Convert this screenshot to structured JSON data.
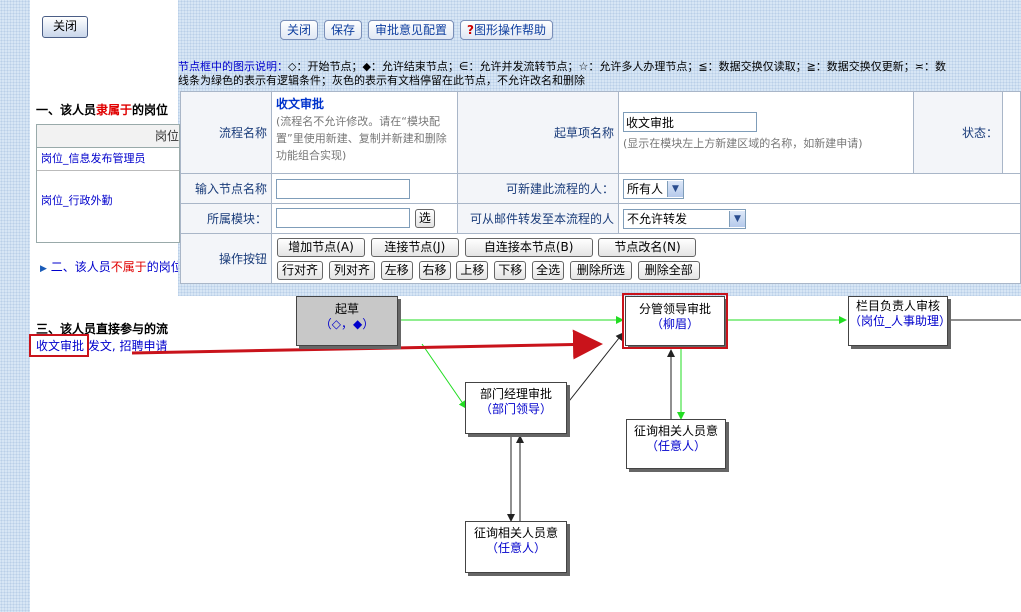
{
  "close_button": "关闭",
  "toolbar": {
    "close": "关闭",
    "save": "保存",
    "approval_config": "审批意见配置",
    "help_q": "?",
    "help": "图形操作帮助"
  },
  "legend": {
    "line1_lead": "节点框中的图示说明：",
    "line1_rest": "◇：开始节点；◆：允许结束节点；∈：允许并发流转节点；☆：允许多人办理节点；≦：数据交换仅读取；≧：数据交换仅更新；≍：数",
    "line2": "线条为绿色的表示有逻辑条件；灰色的表示有文档停留在此节点，不允许改名和删除"
  },
  "left": {
    "sec1_a": "一、该人员",
    "sec1_red": "隶属于",
    "sec1_b": "的岗位",
    "table_header": "岗位",
    "row1": "岗位_信息发布管理员",
    "row2": "岗位_行政外勤",
    "sec2_tri": "▶",
    "sec2_a": "二、该人员",
    "sec2_red": "不属于",
    "sec2_b": "的岗位",
    "sec3": "三、该人员直接参与的流",
    "link1": "收文审批",
    "link2": "发文",
    "link3": "招聘申请",
    "sep": ","
  },
  "form": {
    "flow_name_label": "流程名称",
    "flow_name_value": "收文审批",
    "flow_name_note": "(流程名不允许修改。请在“模块配置”里使用新建、复制并新建和删除功能组合实现)",
    "draft_label": "起草项名称",
    "draft_value": "收文审批",
    "draft_note": "(显示在模块左上方新建区域的名称，如新建申请)",
    "status_label": "状态：",
    "input_node_label": "输入节点名称",
    "input_node_value": "",
    "can_create_label": "可新建此流程的人：",
    "can_create_value": "所有人",
    "module_label": "所属模块：",
    "module_value": "",
    "module_select_btn": "选",
    "forward_label": "可从邮件转发至本流程的人",
    "forward_value": "不允许转发",
    "ops_label": "操作按钮",
    "ops_row1": [
      "增加节点(A)",
      "连接节点(J)",
      "自连接本节点(B)",
      "节点改名(N)"
    ],
    "ops_row2": [
      "行对齐",
      "列对齐",
      "左移",
      "右移",
      "上移",
      "下移",
      "全选",
      "删除所选",
      "删除全部"
    ]
  },
  "flow": {
    "start": {
      "title": "起草",
      "sub": "（◇，◆）"
    },
    "dept": {
      "title": "部门经理审批",
      "sub": "（部门领导）"
    },
    "consult_bottom": {
      "title": "征询相关人员意",
      "sub": "（任意人）"
    },
    "leader": {
      "title": "分管领导审批",
      "sub": "（柳眉）"
    },
    "consult_mid": {
      "title": "征询相关人员意",
      "sub": "（任意人）"
    },
    "column": {
      "title": "栏目负责人审核",
      "sub": "（岗位_人事助理）"
    }
  },
  "colors": {
    "green_line": "#22dd22",
    "highlight": "#c9131b",
    "link": "#0000cc"
  }
}
